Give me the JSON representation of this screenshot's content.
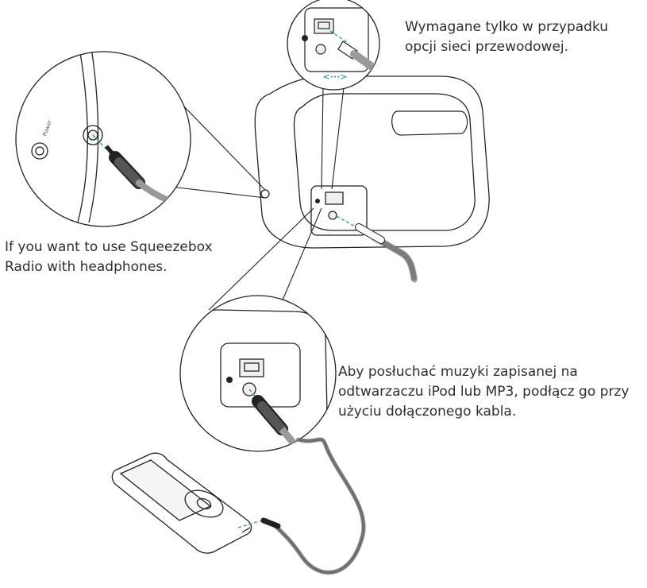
{
  "captions": {
    "network": "Wymagane tylko w przypadku\nopcji sieci przewodowej.",
    "headphones": "If you want to use Squeezebox\nRadio with headphones.",
    "ipod": "Aby posłuchać muzyki zapisanej na\nodtwarzaczu iPod lub MP3, podłącz go przy\nużyciu dołączonego kabla."
  },
  "labels": {
    "power_port": "Power",
    "link_arrow": "<···>"
  },
  "colors": {
    "line": "#222222",
    "cable": "#9a9a9a",
    "dashed_guide": "#3aa6a0",
    "device_fill": "#ffffff",
    "port_fill": "#f0f0f0"
  },
  "icons": [
    "ethernet-port-icon",
    "ethernet-plug-icon",
    "headphone-jack-icon",
    "audio-plug-icon",
    "ipod-icon",
    "link-arrow-icon"
  ]
}
